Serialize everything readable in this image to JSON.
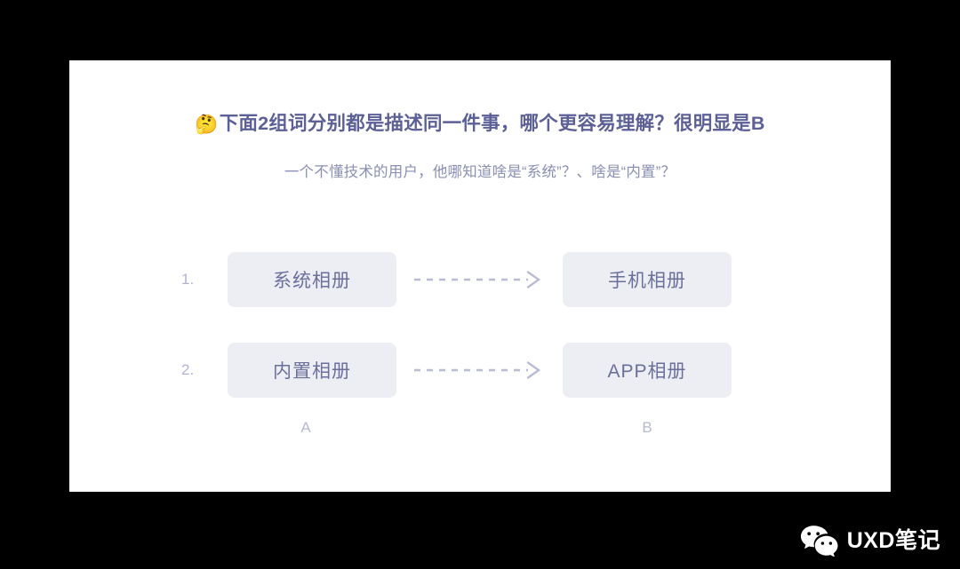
{
  "slide": {
    "title_emoji": "🤔",
    "title": "下面2组词分别都是描述同一件事，哪个更容易理解？很明显是B",
    "subtitle": "一个不懂技术的用户，他哪知道啥是“系统”？、啥是“内置”？",
    "rows": [
      {
        "number": "1.",
        "left_label": "系统相册",
        "right_label": "手机相册"
      },
      {
        "number": "2.",
        "left_label": "内置相册",
        "right_label": "APP相册"
      }
    ],
    "captions": {
      "left": "A",
      "right": "B"
    }
  },
  "watermark": {
    "label": "UXD笔记",
    "icon": "wechat-icon"
  },
  "colors": {
    "background": "#000000",
    "panel": "#ffffff",
    "title": "#5c6096",
    "subtitle": "#8a8fb5",
    "card_fill": "#eceef3",
    "card_text": "#6b6f9c",
    "row_number": "#b0b4cf",
    "caption": "#b6bad4",
    "arrow": "#b8bcd4",
    "watermark_text": "#ffffff"
  }
}
